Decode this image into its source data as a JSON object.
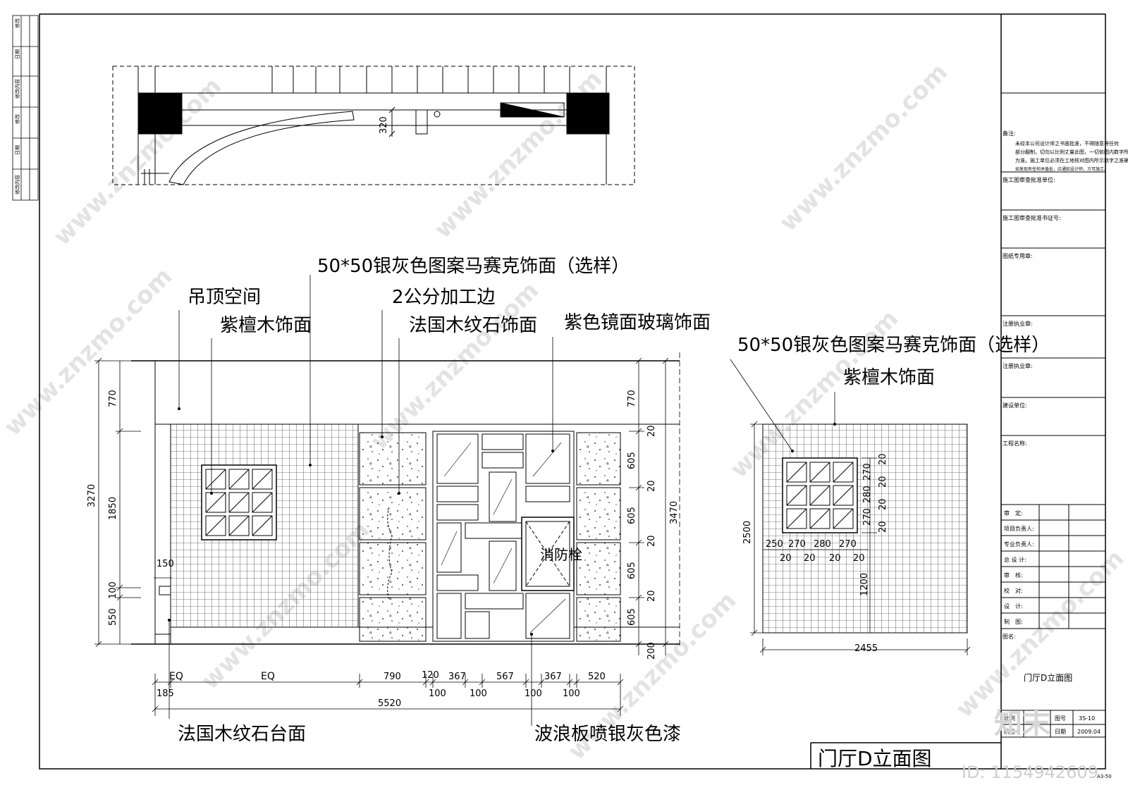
{
  "watermark": {
    "site": "www.znzmo.com",
    "brand": "知末网",
    "logo_text": "知末",
    "id_text": "ID: 1154942609"
  },
  "drawing_title": "门厅D立面图",
  "sheet_size": "A3-50",
  "labels": {
    "mosaic_top": "50*50银灰色图案马赛克饰面（选样）",
    "ceiling_space": "吊顶空间",
    "edge_2cm": "2公分加工边",
    "rosewood": "紫檀木饰面",
    "french_stone": "法国木纹石饰面",
    "purple_mirror": "紫色镜面玻璃饰面",
    "fire_hydrant": "消防栓",
    "stone_counter": "法国木纹石台面",
    "wave_board": "波浪板喷银灰色漆",
    "mosaic_right": "50*50银灰色图案马赛克饰面（选样）",
    "rosewood_right": "紫檀木饰面"
  },
  "plan_dims": {
    "d320": "320"
  },
  "left_dims": {
    "d3270": "3270",
    "d770": "770",
    "d1850": "1850",
    "d100": "100",
    "d550": "550",
    "d150": "150"
  },
  "right_dims": {
    "d770": "770",
    "d20a": "20",
    "d605a": "605",
    "d20b": "20",
    "d605b": "605",
    "d20c": "20",
    "d605c": "605",
    "d20d": "20",
    "d605d": "605",
    "d200": "200",
    "d3470": "3470"
  },
  "bottom_dims": {
    "eq1": "EQ",
    "eq2": "EQ",
    "d185": "185",
    "d790": "790",
    "d120": "120",
    "d367a": "367",
    "d567": "567",
    "d367b": "367",
    "d520": "520",
    "d100a": "100",
    "d100b": "100",
    "d100c": "100",
    "d100d": "100",
    "d5520": "5520"
  },
  "side_dims": {
    "d2500": "2500",
    "d1200": "1200",
    "d2455": "2455",
    "d250": "250",
    "d270a": "270",
    "d280": "280",
    "d270b": "270",
    "s20a": "20",
    "s20b": "20",
    "s20c": "20",
    "s20d": "20",
    "v20a": "20",
    "v270a": "270",
    "v280": "280",
    "v20b": "20",
    "v270b": "270",
    "v20c": "20",
    "v20d": "20"
  },
  "title_block": {
    "notes_label": "备注:",
    "notes": [
      "未经本公司设计师之书面批准，不得随意将任何",
      "部分翻制，切勿以比例丈量此图，一切依图内数字所示",
      "为准。施工单位必须在工地核对图内所示数字之准确，",
      "如发现有任何矛盾处，应通知设计师，方可施工。"
    ],
    "review_unit": "施工图审查批准单位:",
    "review_cert": "施工图审查批准书证号:",
    "stamp": "图纸专用章:",
    "reg1": "注册执业章:",
    "reg2": "注册执业章:",
    "client": "建设单位:",
    "project": "工程名称:",
    "roles": [
      "审　定:",
      "项目负责人:",
      "专业负责人:",
      "总 设 计:",
      "审　核:",
      "校　对:",
      "设　计:",
      "制　图:"
    ],
    "figname_label": "图名:",
    "figname": "门厅D立面图",
    "fig_no_label": "图号",
    "fig_no": "3S-10",
    "date_label": "日期",
    "date": "2009.04",
    "scale_label": "比例",
    "stage_label": "阶段"
  },
  "revision_strip": [
    "修改",
    "日期",
    "修改内容",
    "修改",
    "日期",
    "修改内容"
  ]
}
